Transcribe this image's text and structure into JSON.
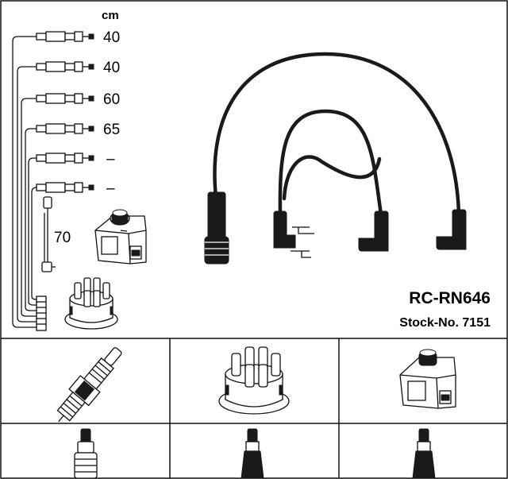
{
  "diagram": {
    "unit_label": "cm",
    "lengths": [
      "40",
      "40",
      "60",
      "65",
      "–",
      "–"
    ],
    "side_length": "70",
    "title": "RC-RN646",
    "stock_label": "Stock-No. 7151",
    "colors": {
      "ink": "#111111",
      "background": "#ffffff"
    }
  },
  "parts": {
    "row1": [
      "spark-plug-icon",
      "distributor-cap-icon",
      "ignition-coil-icon"
    ],
    "row2": [
      "plug-boot-icon",
      "cap-boot-icon",
      "coil-boot-icon"
    ]
  }
}
